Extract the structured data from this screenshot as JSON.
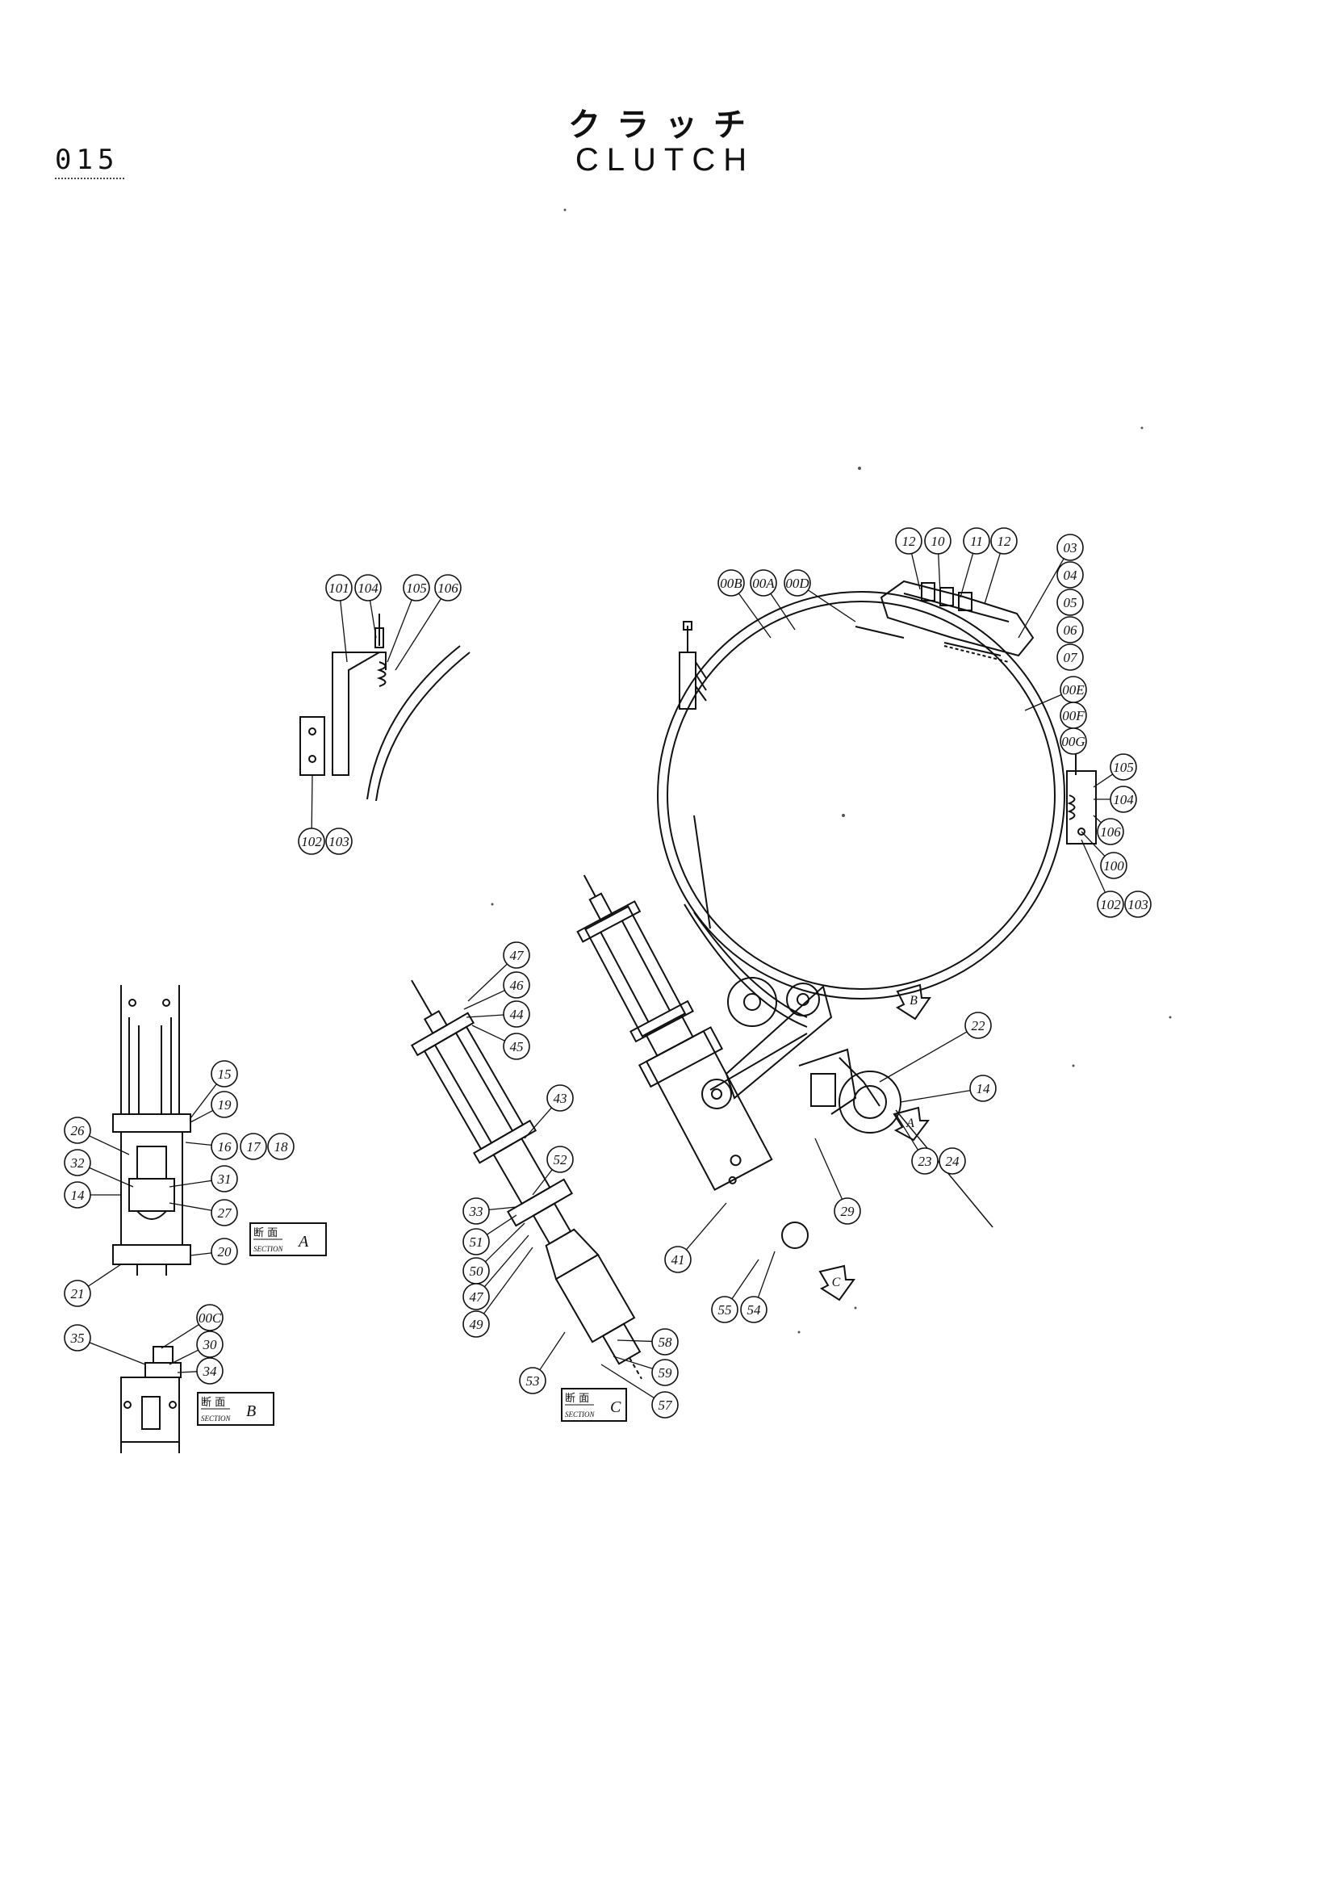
{
  "header": {
    "page_number": "015",
    "title_jp": "クラッチ",
    "title_en": "CLUTCH"
  },
  "callouts": [
    "101",
    "104",
    "105",
    "106",
    "102",
    "103",
    "12",
    "10",
    "11",
    "12",
    "03",
    "04",
    "05",
    "06",
    "07",
    "00B",
    "00A",
    "00D",
    "00E",
    "00F",
    "00G",
    "105",
    "104",
    "106",
    "100",
    "102",
    "103",
    "22",
    "14",
    "23",
    "24",
    "29",
    "41",
    "55",
    "54",
    "47",
    "46",
    "44",
    "45",
    "43",
    "52",
    "33",
    "51",
    "50",
    "47",
    "49",
    "53",
    "58",
    "59",
    "57",
    "15",
    "19",
    "26",
    "16",
    "17",
    "18",
    "32",
    "31",
    "14",
    "27",
    "20",
    "21",
    "00C",
    "30",
    "35",
    "34"
  ],
  "sections": [
    {
      "jp": "断 面",
      "en": "SECTION",
      "letter": "A"
    },
    {
      "jp": "断 面",
      "en": "SECTION",
      "letter": "B"
    },
    {
      "jp": "断 面",
      "en": "SECTION",
      "letter": "C"
    }
  ],
  "view_arrows": [
    "B",
    "A",
    "C"
  ]
}
